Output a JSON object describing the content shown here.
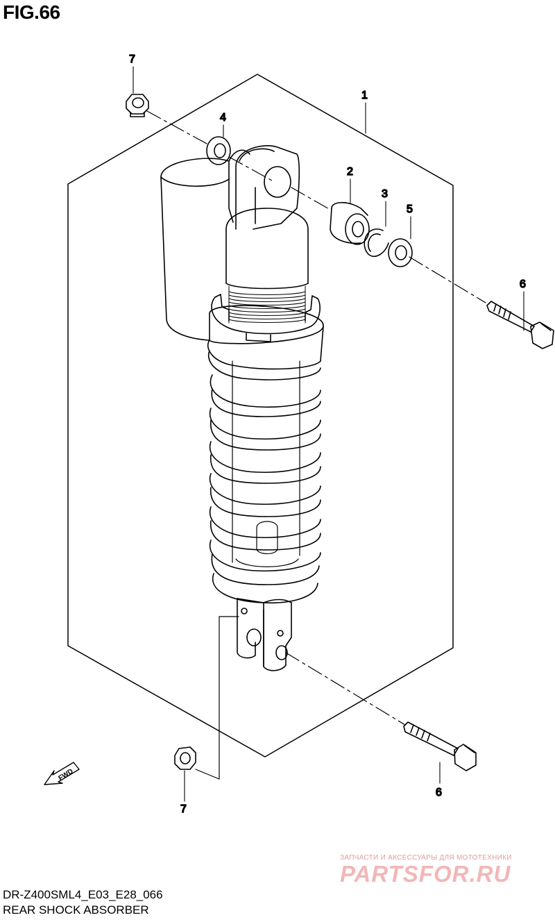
{
  "figure": {
    "title": "FIG.66",
    "model_code": "DR-Z400SML4_E03_E28_066",
    "name": "REAR SHOCK ABSORBER"
  },
  "callouts": [
    "7",
    "4",
    "1",
    "2",
    "3",
    "5",
    "6",
    "6",
    "7"
  ],
  "fwd_label": "FWD",
  "watermark": {
    "tagline": "ЗАПЧАСТИ И АКСЕССУАРЫ ДЛЯ МОТОТЕХНИКИ",
    "logo": "PARTSFOR.RU",
    "color": "#f0aaaa"
  }
}
